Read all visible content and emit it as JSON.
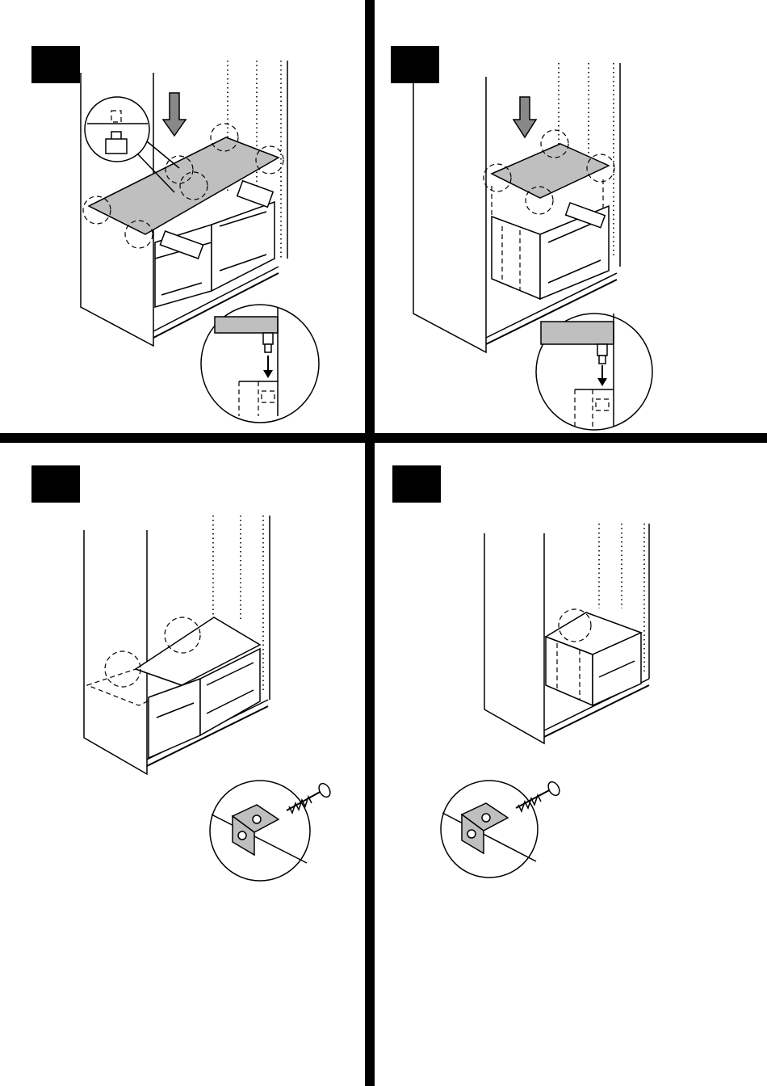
{
  "page": {
    "panels": [
      {
        "id": "step-1",
        "badge_label": "",
        "action": "place-shelf-on-pins"
      },
      {
        "id": "step-2",
        "badge_label": "",
        "action": "place-top-on-drawer-unit"
      },
      {
        "id": "step-3",
        "badge_label": "",
        "action": "fix-with-angle-bracket-screw"
      },
      {
        "id": "step-4",
        "badge_label": "",
        "action": "fix-with-angle-bracket-screw"
      }
    ],
    "icons": [
      "down-arrow-icon",
      "detail-magnifier-icon",
      "screw-icon",
      "angle-bracket-icon"
    ],
    "colors": {
      "ink": "#000000",
      "panel_fill": "#bfbfbf",
      "paper": "#ffffff"
    }
  }
}
